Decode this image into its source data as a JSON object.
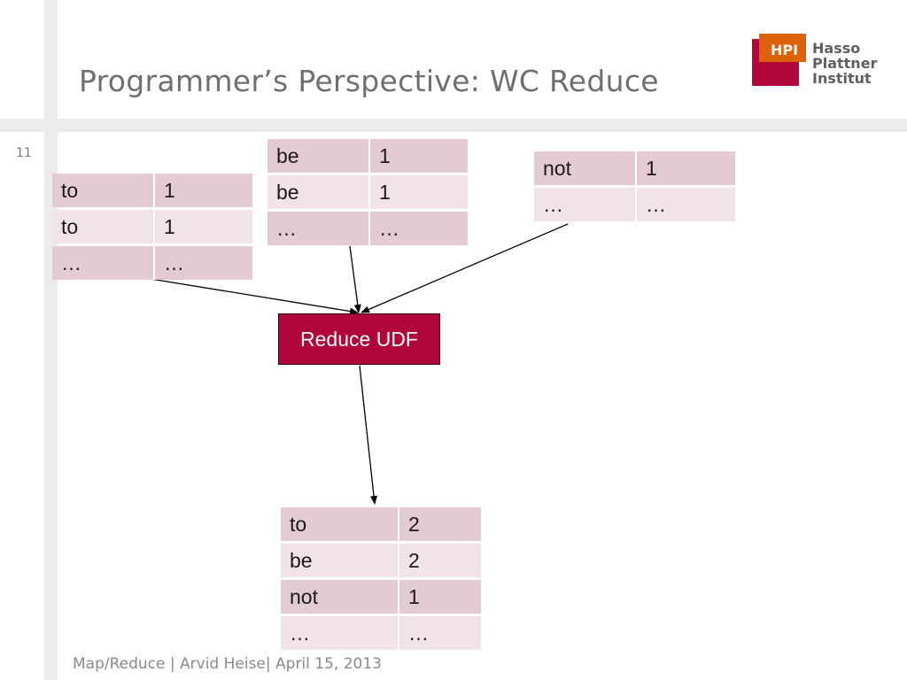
{
  "slide": {
    "title": "Programmer’s Perspective: WC Reduce",
    "page_number": "11",
    "footer": "Map/Reduce | Arvid Heise| April 15, 2013"
  },
  "logo": {
    "mark": "HPI",
    "lines": [
      "Hasso",
      "Plattner",
      "Institut"
    ],
    "colors": {
      "red": "#b1063a",
      "orange": "#dd6108"
    }
  },
  "tables": {
    "input_to": [
      [
        "to",
        "1"
      ],
      [
        "to",
        "1"
      ],
      [
        "…",
        "…"
      ]
    ],
    "input_be": [
      [
        "be",
        "1"
      ],
      [
        "be",
        "1"
      ],
      [
        "…",
        "…"
      ]
    ],
    "input_not": [
      [
        "not",
        "1"
      ],
      [
        "…",
        "…"
      ]
    ],
    "output": [
      [
        "to",
        "2"
      ],
      [
        "be",
        "2"
      ],
      [
        "not",
        "1"
      ],
      [
        "…",
        "…"
      ]
    ]
  },
  "reduce_box": {
    "label": "Reduce UDF"
  },
  "colors": {
    "accent": "#b1063a",
    "row_dark": "#e3cbd1",
    "row_light": "#f1e4e7"
  }
}
